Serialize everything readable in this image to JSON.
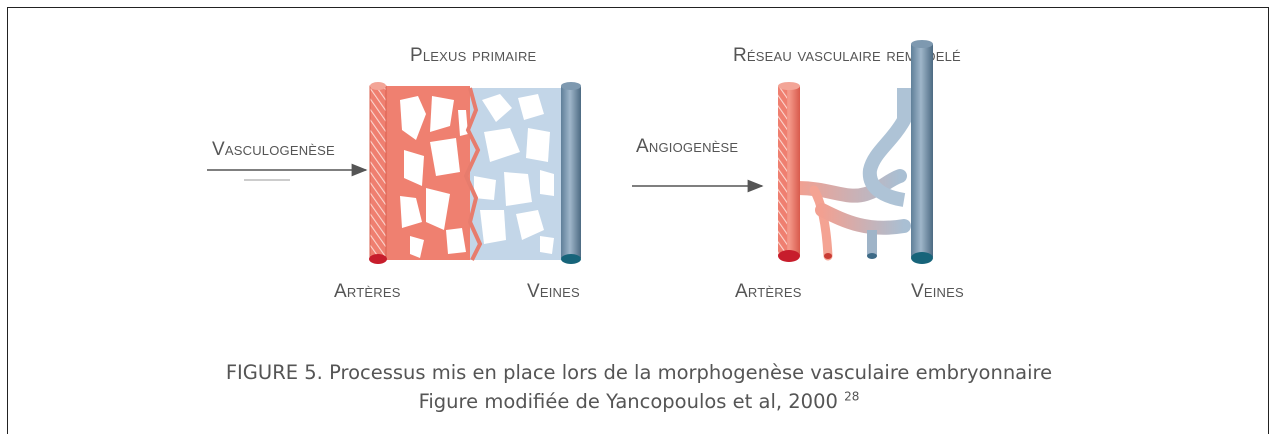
{
  "panel_left": {
    "title": "Plexus primaire",
    "process": "Vasculogenèse",
    "label_arteries": "Artères",
    "label_veins": "Veines"
  },
  "panel_right": {
    "title": "Réseau vasculaire remodelé",
    "process": "Angiogenèse",
    "label_arteries": "Artères",
    "label_veins": "Veines"
  },
  "caption": {
    "line1": "FIGURE 5. Processus mis en place lors de la morphogenèse vasculaire embryonnaire",
    "line2": "Figure modifiée de Yancopoulos et al, 2000",
    "reference": "28"
  },
  "colors": {
    "artery": "#ef8070",
    "artery_dark": "#c84a3c",
    "vein": "#bcd2e6",
    "vein_dark": "#4f6d86",
    "vein_end": "#17647a"
  }
}
